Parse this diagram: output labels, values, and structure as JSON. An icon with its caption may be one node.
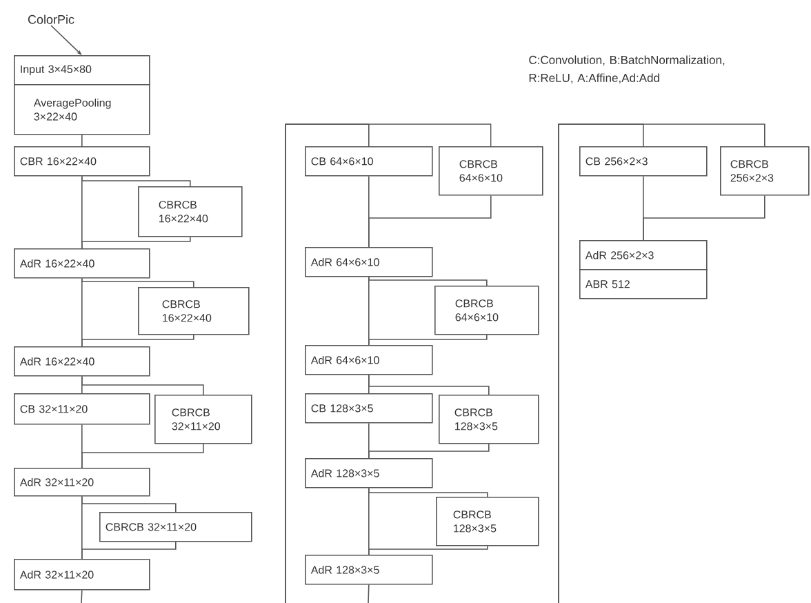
{
  "diagram": {
    "nodes": [
      {
        "text": [
          "Input 3×45×80"
        ]
      },
      {
        "text": [
          "AveragePooling 3×22×40"
        ]
      },
      {
        "text": [
          "CBR 16×22×40"
        ]
      },
      {
        "text": [
          "CBRCB 16×22×40"
        ]
      },
      {
        "text": [
          "AdR 16×22×40"
        ]
      },
      {
        "text": [
          "CBRCB 16×22×40"
        ]
      },
      {
        "text": [
          "AdR 16×22×40"
        ]
      },
      {
        "text": [
          "CB 32×11×20"
        ]
      },
      {
        "text": [
          "CBRCB 32×11×20"
        ]
      },
      {
        "text": [
          "AdR 32×11×20"
        ]
      },
      {
        "text": [
          "CBRCB 32×11×20"
        ]
      },
      {
        "text": [
          "AdR 32×11×20"
        ]
      },
      {
        "text": [
          "CB 64×6×10"
        ]
      },
      {
        "text": [
          "CBRCB 64×6×10"
        ]
      },
      {
        "text": [
          "AdR 64×6×10"
        ]
      },
      {
        "text": [
          "CBRCB 64×6×10"
        ]
      },
      {
        "text": [
          "AdR 64×6×10"
        ]
      },
      {
        "text": [
          "CB 128×3×5"
        ]
      },
      {
        "text": [
          "CBRCB 128×3×5"
        ]
      },
      {
        "text": [
          "AdR 128×3×5"
        ]
      },
      {
        "text": [
          "CBRCB 128×3×5"
        ]
      },
      {
        "text": [
          "AdR 128×3×5"
        ]
      },
      {
        "text": [
          "CB 256×2×3"
        ]
      },
      {
        "text": [
          "CBRCB 256×2×3"
        ]
      },
      {
        "text": [
          "AdR 256×2×3"
        ]
      },
      {
        "text": [
          "ABR 512"
        ]
      },
      {
        "text": [
          "ColorPic"
        ]
      }
    ],
    "edges": [
      {
        "from": 26,
        "to": 0,
        "arrow": "to"
      },
      {
        "from": 1,
        "to": 2,
        "arrow": "none"
      },
      {
        "from": 2,
        "to": 3,
        "arrow": "none"
      },
      {
        "from": 2,
        "to": 4,
        "arrow": "none"
      },
      {
        "from": 3,
        "to": 4,
        "arrow": "none"
      },
      {
        "from": 4,
        "to": 5,
        "arrow": "none"
      },
      {
        "from": 4,
        "to": 6,
        "arrow": "none"
      },
      {
        "from": 5,
        "to": 6,
        "arrow": "none"
      },
      {
        "from": 6,
        "to": 7,
        "arrow": "none"
      },
      {
        "from": 6,
        "to": 8,
        "arrow": "none"
      },
      {
        "from": 7,
        "to": 9,
        "arrow": "none"
      },
      {
        "from": 8,
        "to": 9,
        "arrow": "none"
      },
      {
        "from": 9,
        "to": 10,
        "arrow": "none"
      },
      {
        "from": 9,
        "to": 11,
        "arrow": "none"
      },
      {
        "from": 10,
        "to": 11,
        "arrow": "none"
      },
      {
        "from": 11,
        "to": null,
        "arrow": "none"
      },
      {
        "from": null,
        "to": 12,
        "arrow": "none"
      },
      {
        "from": null,
        "to": 13,
        "arrow": "none"
      },
      {
        "from": 12,
        "to": 14,
        "arrow": "none"
      },
      {
        "from": 13,
        "to": 14,
        "arrow": "none"
      },
      {
        "from": 14,
        "to": 15,
        "arrow": "none"
      },
      {
        "from": 14,
        "to": 16,
        "arrow": "none"
      },
      {
        "from": 15,
        "to": 16,
        "arrow": "none"
      },
      {
        "from": 16,
        "to": 17,
        "arrow": "none"
      },
      {
        "from": 16,
        "to": 18,
        "arrow": "none"
      },
      {
        "from": 17,
        "to": 19,
        "arrow": "none"
      },
      {
        "from": 18,
        "to": 19,
        "arrow": "none"
      },
      {
        "from": 19,
        "to": 20,
        "arrow": "none"
      },
      {
        "from": 19,
        "to": 21,
        "arrow": "none"
      },
      {
        "from": 20,
        "to": 21,
        "arrow": "none"
      },
      {
        "from": 21,
        "to": null,
        "arrow": "none"
      },
      {
        "from": null,
        "to": 22,
        "arrow": "none"
      },
      {
        "from": null,
        "to": 23,
        "arrow": "none"
      },
      {
        "from": 22,
        "to": 24,
        "arrow": "none"
      },
      {
        "from": 23,
        "to": 24,
        "arrow": "none"
      }
    ],
    "labels": [
      "C:Convolution, B:BatchNormalization, R:ReLU, A:Affine,Ad:Add"
    ]
  }
}
